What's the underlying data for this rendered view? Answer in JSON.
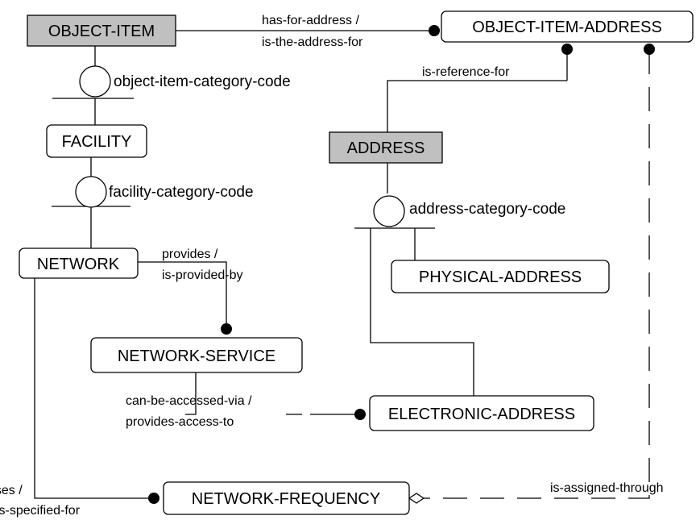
{
  "colors": {
    "independent_entity_fill": "#c0c0c0",
    "dependent_entity_fill": "#ffffff",
    "line": "#000000"
  },
  "entities": {
    "object_item": "OBJECT-ITEM",
    "object_item_address": "OBJECT-ITEM-ADDRESS",
    "facility": "FACILITY",
    "address": "ADDRESS",
    "network": "NETWORK",
    "physical_address": "PHYSICAL-ADDRESS",
    "network_service": "NETWORK-SERVICE",
    "electronic_address": "ELECTRONIC-ADDRESS",
    "network_frequency": "NETWORK-FREQUENCY"
  },
  "categories": {
    "object_item_category_code": "object-item-category-code",
    "facility_category_code": "facility-category-code",
    "address_category_code": "address-category-code"
  },
  "relationships": {
    "has_for_address_1": "has-for-address /",
    "has_for_address_2": "is-the-address-for",
    "is_reference_for": "is-reference-for",
    "provides_1": "provides /",
    "provides_2": "is-provided-by",
    "can_be_accessed_1": "can-be-accessed-via /",
    "can_be_accessed_2": "provides-access-to",
    "uses_1": "uses /",
    "uses_2": "is-specified-for",
    "is_assigned_through": "is-assigned-through"
  }
}
